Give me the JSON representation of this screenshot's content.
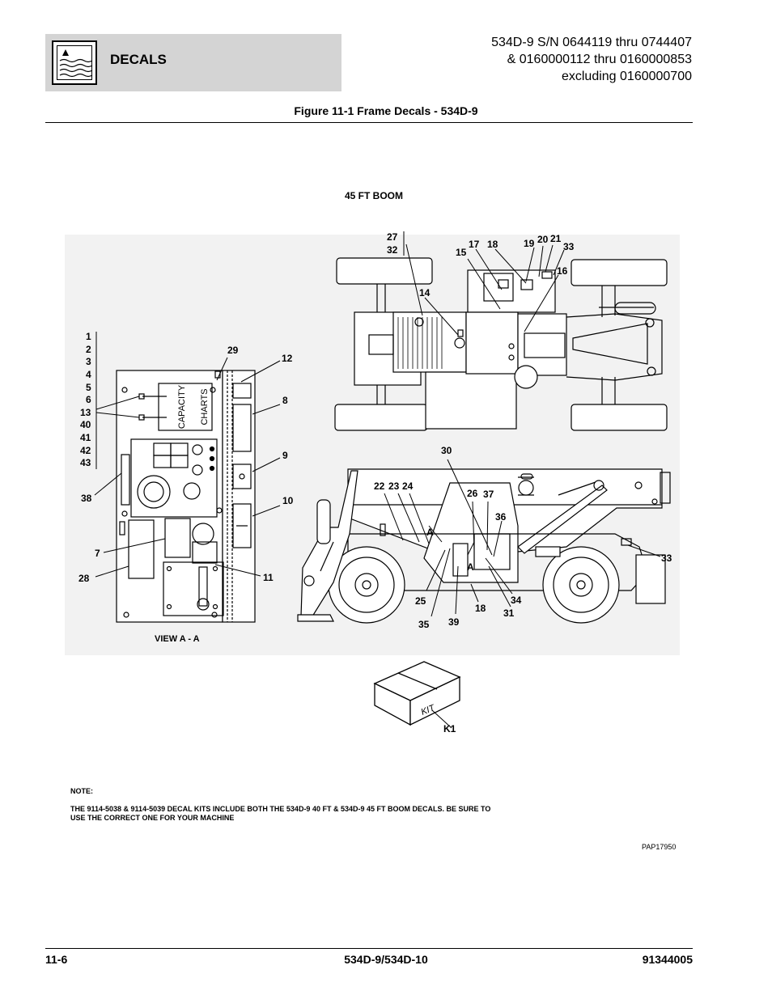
{
  "header": {
    "section_title": "DECALS",
    "model_lines": [
      "534D-9 S/N 0644119 thru 0744407",
      "& 0160000112 thru 0160000853",
      "excluding 0160000700"
    ]
  },
  "figure": {
    "title": "Figure 11-1 Frame Decals - 534D-9",
    "boom_label": "45 FT BOOM",
    "view_label": "VIEW A - A",
    "panel_text": [
      "CAPACITY",
      "CHARTS"
    ],
    "kit_label": "KIT",
    "section_marks": [
      "A",
      "A"
    ],
    "callouts": [
      "1",
      "2",
      "3",
      "4",
      "5",
      "6",
      "13",
      "40",
      "41",
      "42",
      "43",
      "38",
      "29",
      "12",
      "8",
      "9",
      "10",
      "7",
      "28",
      "11",
      "27",
      "32",
      "14",
      "15",
      "17",
      "18",
      "19",
      "20",
      "21",
      "33",
      "16",
      "30",
      "22",
      "23",
      "24",
      "26",
      "37",
      "36",
      "25",
      "35",
      "39",
      "18",
      "34",
      "31",
      "33",
      "K1"
    ],
    "drawing_id": "PAP17950"
  },
  "note": {
    "heading": "NOTE:",
    "body": "THE 9114-5038 & 9114-5039 DECAL KITS INCLUDE BOTH THE 534D-9 40 FT & 534D-9 45 FT BOOM DECALS. BE SURE TO USE THE CORRECT ONE FOR YOUR MACHINE"
  },
  "footer": {
    "page": "11-6",
    "model": "534D-9/534D-10",
    "doc_number": "91344005"
  }
}
